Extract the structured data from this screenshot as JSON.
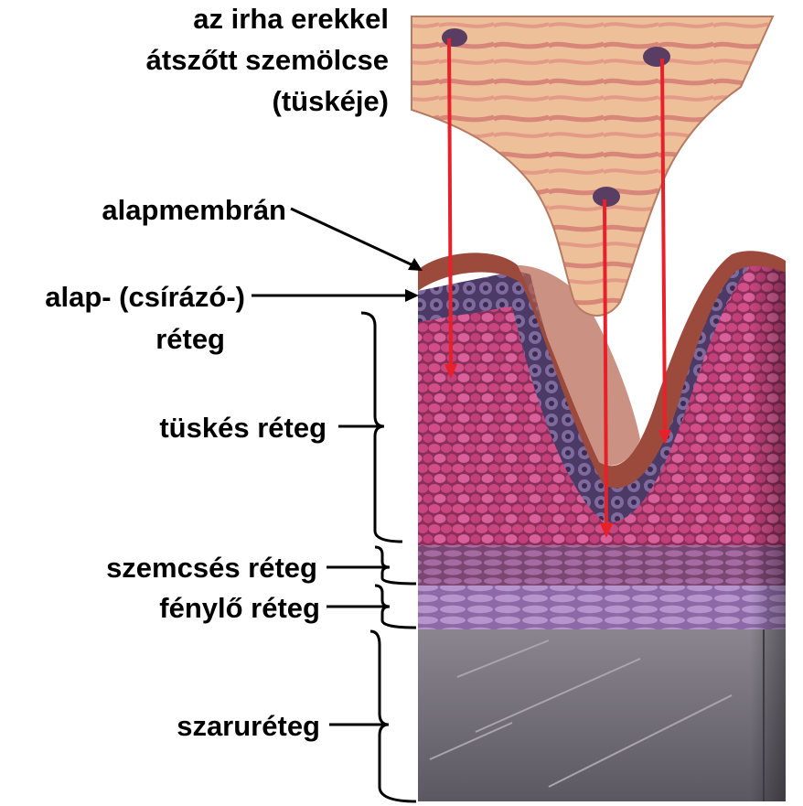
{
  "labels": {
    "papilla_line1": "az irha erekkel",
    "papilla_line2": "átszőtt szemölcse",
    "papilla_line3": "(tüskéje)",
    "basement_membrane": "alapmembrán",
    "basal_line1": "alap- (csírázó-)",
    "basal_line2": "réteg",
    "spinous": "tüskés réteg",
    "granular": "szemcsés réteg",
    "lucidum": "fénylő réteg",
    "corneum": "szaruréteg"
  },
  "colors": {
    "annotation_lines": "#000000",
    "vessel_arrows": "#e8202a",
    "dermis": "#e9b48e",
    "dermis_streak": "#d98b7c",
    "basement": "#9b4a3c",
    "basal_cells": "#6a4f86",
    "spinous_cells": "#c8457f",
    "granular": "#8f5b88",
    "lucidum": "#a07cb4",
    "corneum": "#6d6873"
  }
}
